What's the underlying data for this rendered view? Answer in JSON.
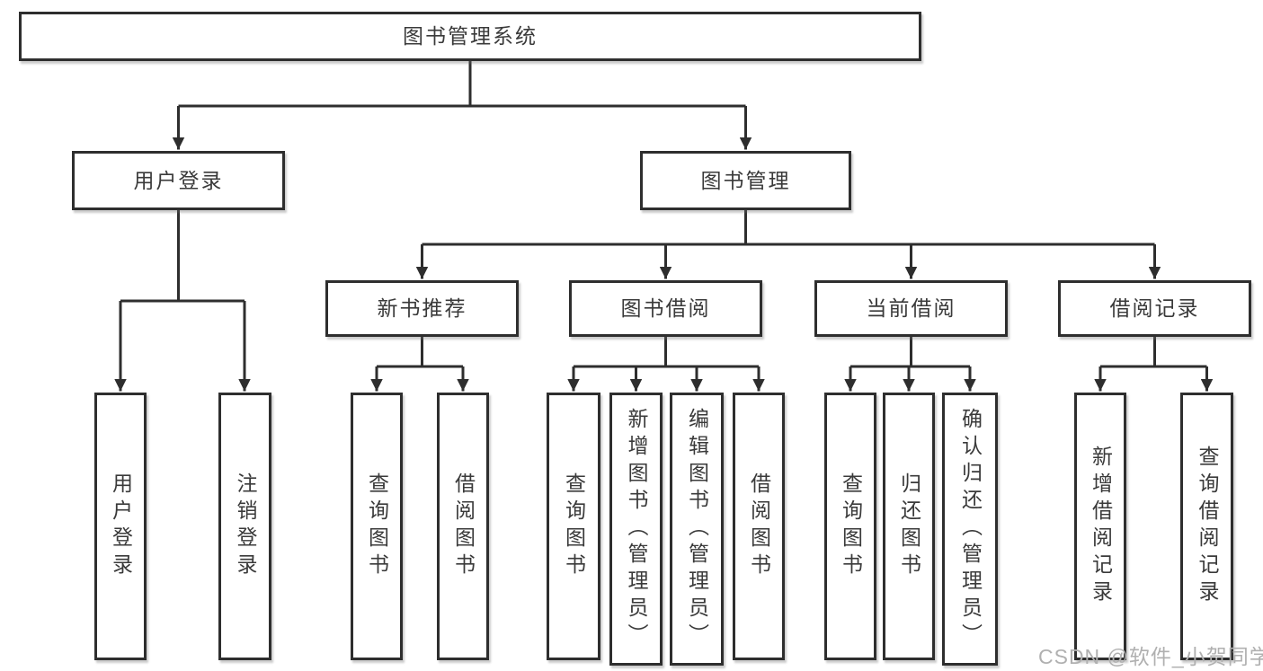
{
  "colors": {
    "line": "#2e2e2e",
    "box_border": "#2e2e2e",
    "text": "#3a3a3a",
    "watermark": "#b0b0b0",
    "background": "#ffffff"
  },
  "watermark": {
    "text": "CSDN @软件_小贺同学"
  },
  "diagram": {
    "type": "hierarchy-tree",
    "root": {
      "label": "图书管理系统",
      "children": [
        {
          "label": "用户登录",
          "children": [
            {
              "label": "用户登录"
            },
            {
              "label": "注销登录"
            }
          ]
        },
        {
          "label": "图书管理",
          "children": [
            {
              "label": "新书推荐",
              "children": [
                {
                  "label": "查询图书"
                },
                {
                  "label": "借阅图书"
                }
              ]
            },
            {
              "label": "图书借阅",
              "children": [
                {
                  "label": "查询图书"
                },
                {
                  "label": "新增图书（管理员）"
                },
                {
                  "label": "编辑图书（管理员）"
                },
                {
                  "label": "借阅图书"
                }
              ]
            },
            {
              "label": "当前借阅",
              "children": [
                {
                  "label": "查询图书"
                },
                {
                  "label": "归还图书"
                },
                {
                  "label": "确认归还（管理员）"
                }
              ]
            },
            {
              "label": "借阅记录",
              "children": [
                {
                  "label": "新增借阅记录"
                },
                {
                  "label": "查询借阅记录"
                }
              ]
            }
          ]
        }
      ]
    }
  }
}
